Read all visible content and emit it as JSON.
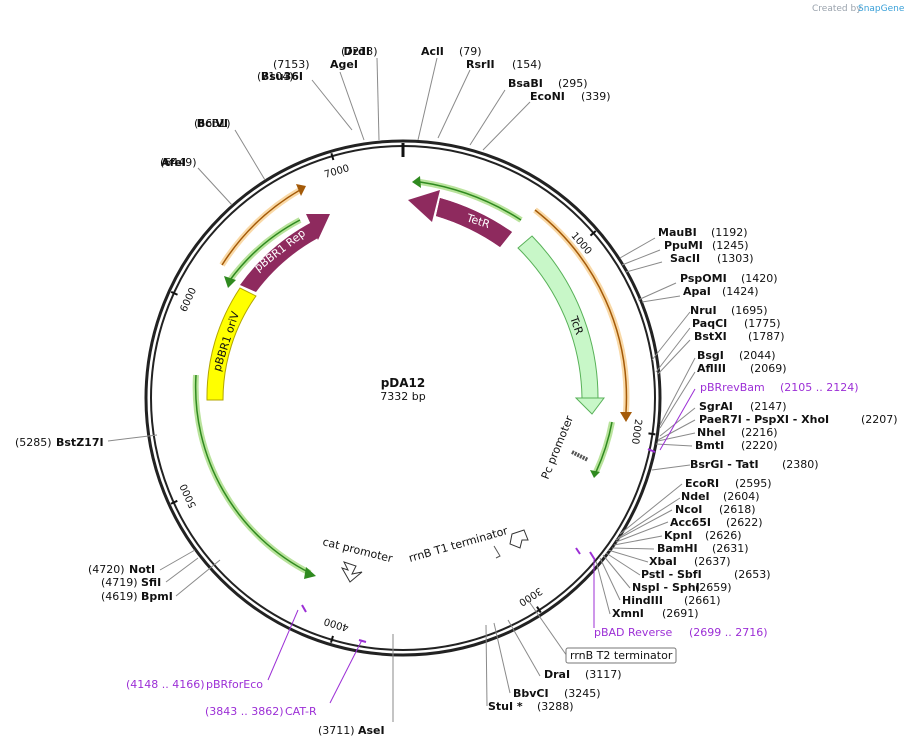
{
  "credit": {
    "prefix": "Created by",
    "brand": "SnapGene"
  },
  "plasmid": {
    "name": "pDA12",
    "size_label": "7332 bp",
    "length_bp": 7332
  },
  "ticks": [
    {
      "bp": 1000,
      "label": "1000"
    },
    {
      "bp": 2000,
      "label": "2000"
    },
    {
      "bp": 3000,
      "label": "3000"
    },
    {
      "bp": 4000,
      "label": "4000"
    },
    {
      "bp": 5000,
      "label": "5000"
    },
    {
      "bp": 6000,
      "label": "6000"
    },
    {
      "bp": 7000,
      "label": "7000"
    }
  ],
  "sites": [
    {
      "name": "DrdI",
      "pos": "(7213)",
      "bp": 7213
    },
    {
      "name": "AgeI",
      "pos": "(7153)",
      "bp": 7153
    },
    {
      "name": "Bsu36I",
      "pos": "(7104)",
      "bp": 7104
    },
    {
      "name": "BciVI",
      "pos": "(6651)",
      "bp": 6651
    },
    {
      "name": "AfeI",
      "pos": "(6449)",
      "bp": 6449
    },
    {
      "name": "AclI",
      "pos": "(79)",
      "bp": 79
    },
    {
      "name": "RsrII",
      "pos": "(154)",
      "bp": 154
    },
    {
      "name": "BsaBI",
      "pos": "(295)",
      "bp": 295
    },
    {
      "name": "EcoNI",
      "pos": "(339)",
      "bp": 339
    },
    {
      "name": "MauBI",
      "pos": "(1192)",
      "bp": 1192
    },
    {
      "name": "PpuMI",
      "pos": "(1245)",
      "bp": 1245
    },
    {
      "name": "SacII",
      "pos": "(1303)",
      "bp": 1303
    },
    {
      "name": "PspOMI",
      "pos": "(1420)",
      "bp": 1420
    },
    {
      "name": "ApaI",
      "pos": "(1424)",
      "bp": 1424
    },
    {
      "name": "NruI",
      "pos": "(1695)",
      "bp": 1695
    },
    {
      "name": "PaqCI",
      "pos": "(1775)",
      "bp": 1775
    },
    {
      "name": "BstXI",
      "pos": "(1787)",
      "bp": 1787
    },
    {
      "name": "BsgI",
      "pos": "(2044)",
      "bp": 2044
    },
    {
      "name": "AflIII",
      "pos": "(2069)",
      "bp": 2069
    },
    {
      "name": "SgrAI",
      "pos": "(2147)",
      "bp": 2147
    },
    {
      "name": "PaeR7I - PspXI - XhoI",
      "pos": "(2207)",
      "bp": 2207
    },
    {
      "name": "NheI",
      "pos": "(2216)",
      "bp": 2216
    },
    {
      "name": "BmtI",
      "pos": "(2220)",
      "bp": 2220
    },
    {
      "name": "BsrGI - TatI",
      "pos": "(2380)",
      "bp": 2380
    },
    {
      "name": "EcoRI",
      "pos": "(2595)",
      "bp": 2595
    },
    {
      "name": "NdeI",
      "pos": "(2604)",
      "bp": 2604
    },
    {
      "name": "NcoI",
      "pos": "(2618)",
      "bp": 2618
    },
    {
      "name": "Acc65I",
      "pos": "(2622)",
      "bp": 2622
    },
    {
      "name": "KpnI",
      "pos": "(2626)",
      "bp": 2626
    },
    {
      "name": "BamHI",
      "pos": "(2631)",
      "bp": 2631
    },
    {
      "name": "XbaI",
      "pos": "(2637)",
      "bp": 2637
    },
    {
      "name": "PstI - SbfI",
      "pos": "(2653)",
      "bp": 2653
    },
    {
      "name": "NspI - SphI",
      "pos": "(2659)",
      "bp": 2659
    },
    {
      "name": "HindIII",
      "pos": "(2661)",
      "bp": 2661
    },
    {
      "name": "XmnI",
      "pos": "(2691)",
      "bp": 2691
    },
    {
      "name": "DraI",
      "pos": "(3117)",
      "bp": 3117
    },
    {
      "name": "BbvCI",
      "pos": "(3245)",
      "bp": 3245
    },
    {
      "name": "StuI *",
      "pos": "(3288)",
      "bp": 3288
    },
    {
      "name": "AseI",
      "pos": "(3711)",
      "bp": 3711
    },
    {
      "name": "BstZ17I",
      "pos": "(5285)",
      "bp": 5285
    },
    {
      "name": "NotI",
      "pos": "(4720)",
      "bp": 4720
    },
    {
      "name": "SfiI",
      "pos": "(4719)",
      "bp": 4719
    },
    {
      "name": "BpmI",
      "pos": "(4619)",
      "bp": 4619
    }
  ],
  "primers": [
    {
      "name": "pBRrevBam",
      "range": "(2105 .. 2124)"
    },
    {
      "name": "pBAD Reverse",
      "range": "(2699 .. 2716)"
    },
    {
      "name": "pBRforEco",
      "range": "(4148 .. 4166)"
    },
    {
      "name": "CAT-R",
      "range": "(3843 .. 3862)"
    }
  ],
  "features": {
    "tetr": "TetR",
    "tcr": "TcR",
    "pbbr1_rep": "pBBR1 Rep",
    "pbbr1_oriv": "pBBR1 oriV",
    "pc_promoter": "Pc promoter",
    "cat_promoter": "cat promoter",
    "rrnb_t1": "rrnB T1 terminator",
    "rrnb_t2": "rrnB T2 terminator"
  },
  "colors": {
    "backbone": "#222222",
    "tetr": "#8e2a5e",
    "tcr": "#c8f7c8",
    "oriv": "#ffff00",
    "orf_arrow": "#e7a13a",
    "green_arrow": "#8ad05a",
    "primer": "#9c2fd6"
  }
}
